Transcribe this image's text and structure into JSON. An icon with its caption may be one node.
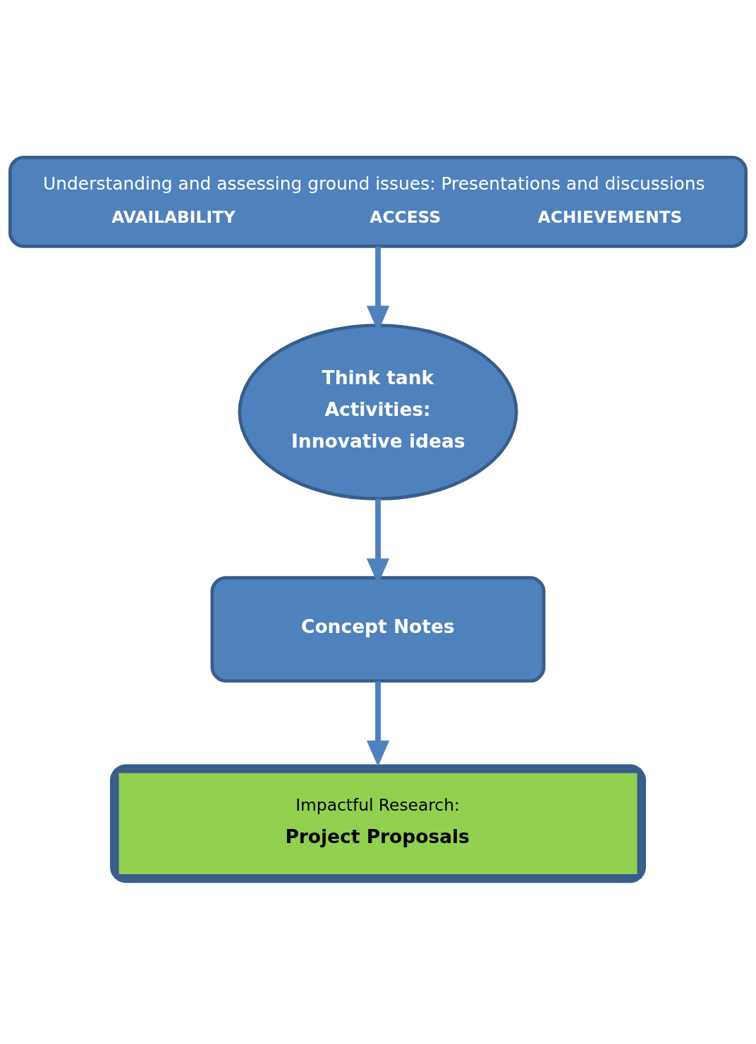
{
  "diagram": {
    "nodes": [
      {
        "text": [
          "Understanding and assessing ground issues: Presentations and discussions",
          "AVAILABILITY",
          "ACCESS",
          "ACHIEVEMENTS"
        ]
      },
      {
        "text": [
          "Think tank",
          "Activities:",
          "Innovative ideas"
        ]
      },
      {
        "text": [
          "Concept Notes"
        ]
      },
      {
        "text": [
          "Impactful Research:",
          "Project Proposals"
        ]
      }
    ],
    "edges": [
      {
        "from": 0,
        "to": 1,
        "arrow": "to"
      },
      {
        "from": 1,
        "to": 2,
        "arrow": "to"
      },
      {
        "from": 2,
        "to": 3,
        "arrow": "to"
      }
    ]
  }
}
